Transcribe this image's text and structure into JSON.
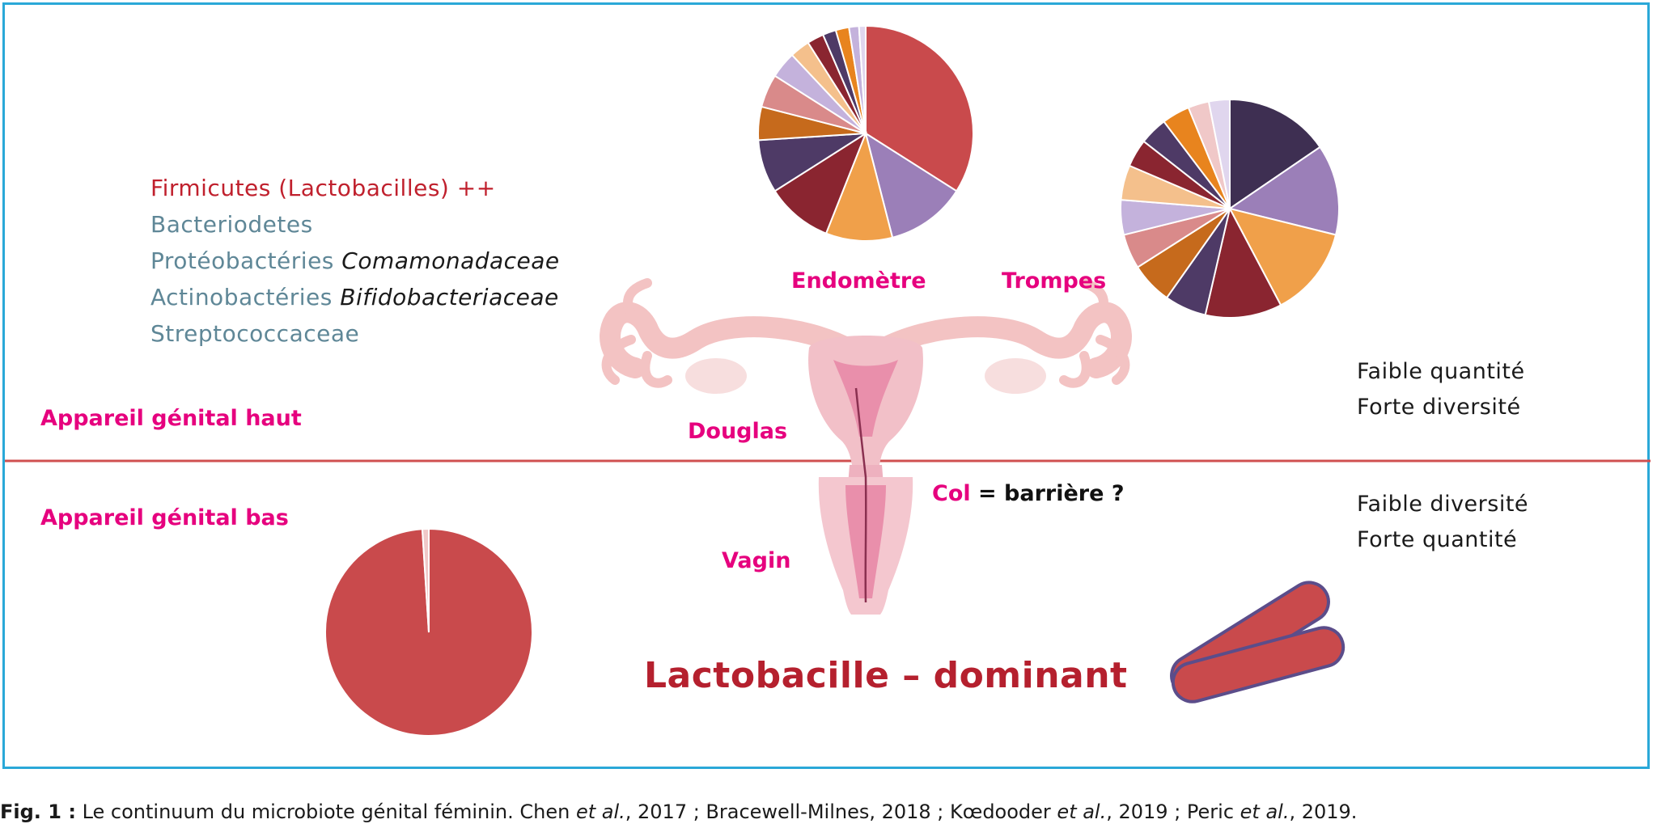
{
  "legend": {
    "items": [
      {
        "text": "Firmicutes (Lactobacilles) ++",
        "italic": "",
        "color": "#c0202d"
      },
      {
        "text": "Bacteriodetes",
        "italic": "",
        "color": "#5f8797"
      },
      {
        "text": "Protéobactéries ",
        "italic": "Comamonadaceae",
        "color": "#5f8797"
      },
      {
        "text": "Actinobactéries ",
        "italic": "Bifidobacteriaceae",
        "color": "#5f8797"
      },
      {
        "text": "Streptococcaceae",
        "italic": "",
        "color": "#5f8797"
      }
    ]
  },
  "labels": {
    "endometre": "Endomètre",
    "trompes": "Trompes",
    "douglas": "Douglas",
    "col": "Col",
    "col_rest": " = barrière ?",
    "vagin": "Vagin",
    "upper": "Appareil génital haut",
    "lower": "Appareil génital bas",
    "dominant": "Lactobacille – dominant"
  },
  "notes": {
    "upper_1": "Faible quantité",
    "upper_2": "Forte diversité",
    "lower_1": "Faible diversité",
    "lower_2": "Forte quantité"
  },
  "caption": {
    "fig": "Fig. 1 :",
    "p1": " Le continuum du microbiote génital féminin. Chen ",
    "etal1": "et al.",
    "p2": ", 2017 ; Bracewell-Milnes, 2018 ; Kœdooder ",
    "etal2": "et al.",
    "p3": ", 2019 ; Peric ",
    "etal3": "et al.",
    "p4": ", 2019."
  },
  "colors": {
    "red": "#c94a4c",
    "maroon": "#8a2530",
    "purple": "#9b7fb8",
    "dark_purple": "#4e3a66",
    "navy": "#3e2f52",
    "orange": "#f0a04a",
    "rust": "#c66a1c",
    "salmon": "#d98a8a",
    "lavender": "#c4b2dc",
    "peach": "#f4c08c",
    "bright_orange": "#e8841e",
    "pink_light": "#f0c8c8",
    "pale_lavender": "#e0d6ee",
    "frame": "#2aa8d8",
    "divider": "#d05050",
    "accent": "#e6007e"
  },
  "pies": {
    "endometrium": [
      {
        "value": 34,
        "color": "red"
      },
      {
        "value": 12,
        "color": "purple"
      },
      {
        "value": 10,
        "color": "orange"
      },
      {
        "value": 10,
        "color": "maroon"
      },
      {
        "value": 8,
        "color": "dark_purple"
      },
      {
        "value": 5,
        "color": "rust"
      },
      {
        "value": 5,
        "color": "salmon"
      },
      {
        "value": 4,
        "color": "lavender"
      },
      {
        "value": 3,
        "color": "peach"
      },
      {
        "value": 2.5,
        "color": "maroon"
      },
      {
        "value": 2,
        "color": "dark_purple"
      },
      {
        "value": 2,
        "color": "bright_orange"
      },
      {
        "value": 1.5,
        "color": "lavender"
      },
      {
        "value": 1,
        "color": "pale_lavender"
      }
    ],
    "tubes": [
      {
        "value": 15,
        "color": "navy"
      },
      {
        "value": 13,
        "color": "purple"
      },
      {
        "value": 13,
        "color": "orange"
      },
      {
        "value": 11,
        "color": "maroon"
      },
      {
        "value": 6,
        "color": "dark_purple"
      },
      {
        "value": 6,
        "color": "rust"
      },
      {
        "value": 5,
        "color": "salmon"
      },
      {
        "value": 5,
        "color": "lavender"
      },
      {
        "value": 5,
        "color": "peach"
      },
      {
        "value": 4,
        "color": "maroon"
      },
      {
        "value": 4,
        "color": "dark_purple"
      },
      {
        "value": 4,
        "color": "bright_orange"
      },
      {
        "value": 3,
        "color": "pink_light"
      },
      {
        "value": 3,
        "color": "pale_lavender"
      }
    ],
    "vagina": [
      {
        "value": 99,
        "color": "red"
      },
      {
        "value": 1,
        "color": "pink_light"
      }
    ]
  }
}
